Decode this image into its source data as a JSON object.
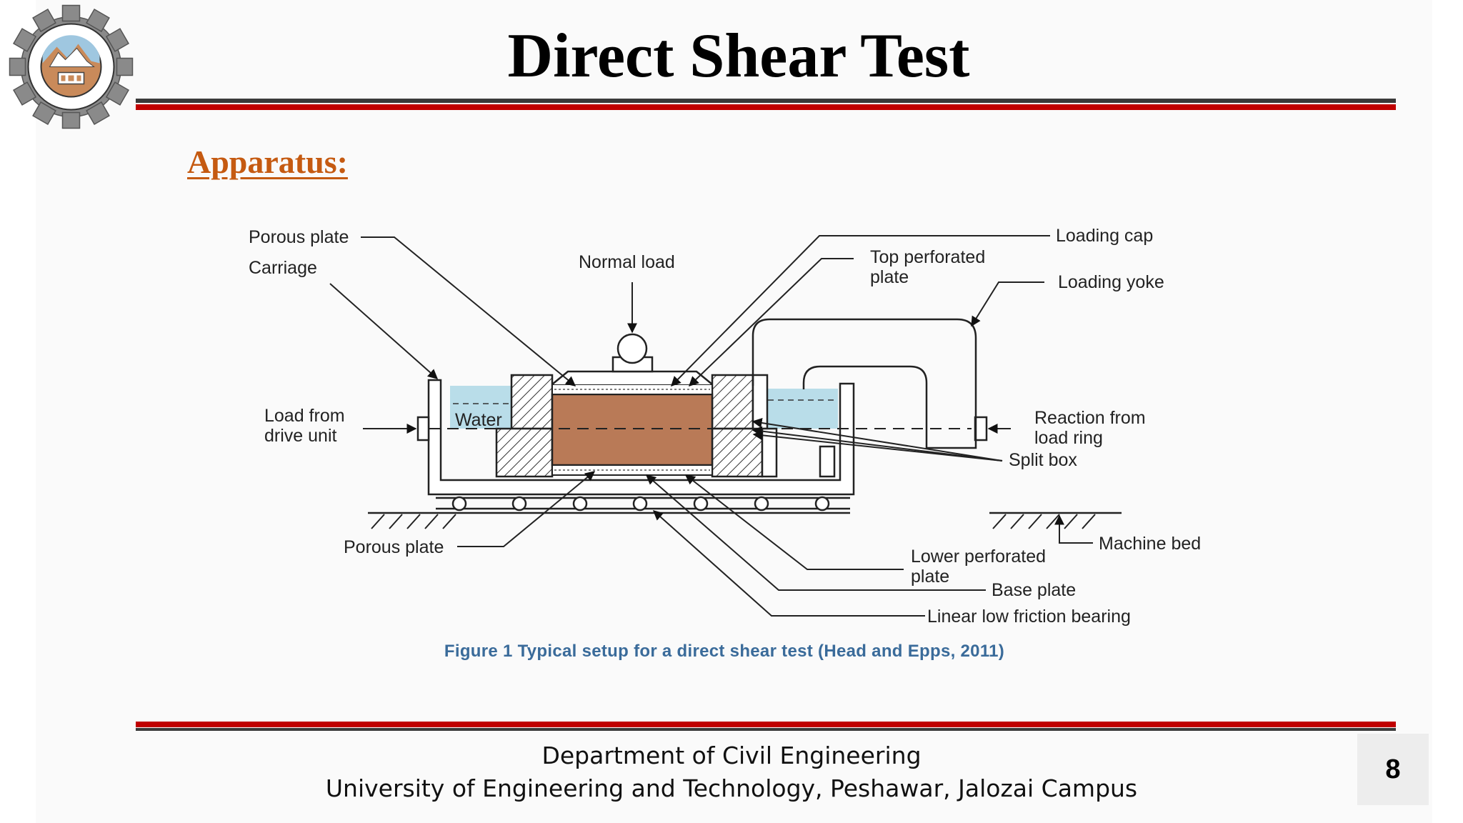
{
  "slide": {
    "title": "Direct Shear Test",
    "heading": "Apparatus:",
    "page_number": "8"
  },
  "figure": {
    "caption": "Figure 1 Typical setup for a direct shear test (Head and Epps, 2011)",
    "labels": {
      "porous_plate_top": "Porous plate",
      "carriage": "Carriage",
      "normal_load": "Normal load",
      "top_perforated_1": "Top perforated",
      "top_perforated_2": "plate",
      "loading_cap": "Loading cap",
      "loading_yoke": "Loading yoke",
      "load_drive_1": "Load from",
      "load_drive_2": "drive unit",
      "water": "Water",
      "reaction_1": "Reaction from",
      "reaction_2": "load ring",
      "split_box": "Split box",
      "porous_plate_bottom": "Porous plate",
      "machine_bed": "Machine bed",
      "lower_perforated_1": "Lower perforated",
      "lower_perforated_2": "plate",
      "base_plate": "Base plate",
      "bearing": "Linear low friction bearing"
    }
  },
  "footer": {
    "line1": "Department of Civil Engineering",
    "line2": "University of Engineering and Technology, Peshawar, Jalozai Campus"
  },
  "colors": {
    "title_rule_red": "#c00000",
    "heading": "#c55a11",
    "soil": "#b97a57",
    "water": "#b9dde9",
    "caption": "#3a6b9a"
  }
}
